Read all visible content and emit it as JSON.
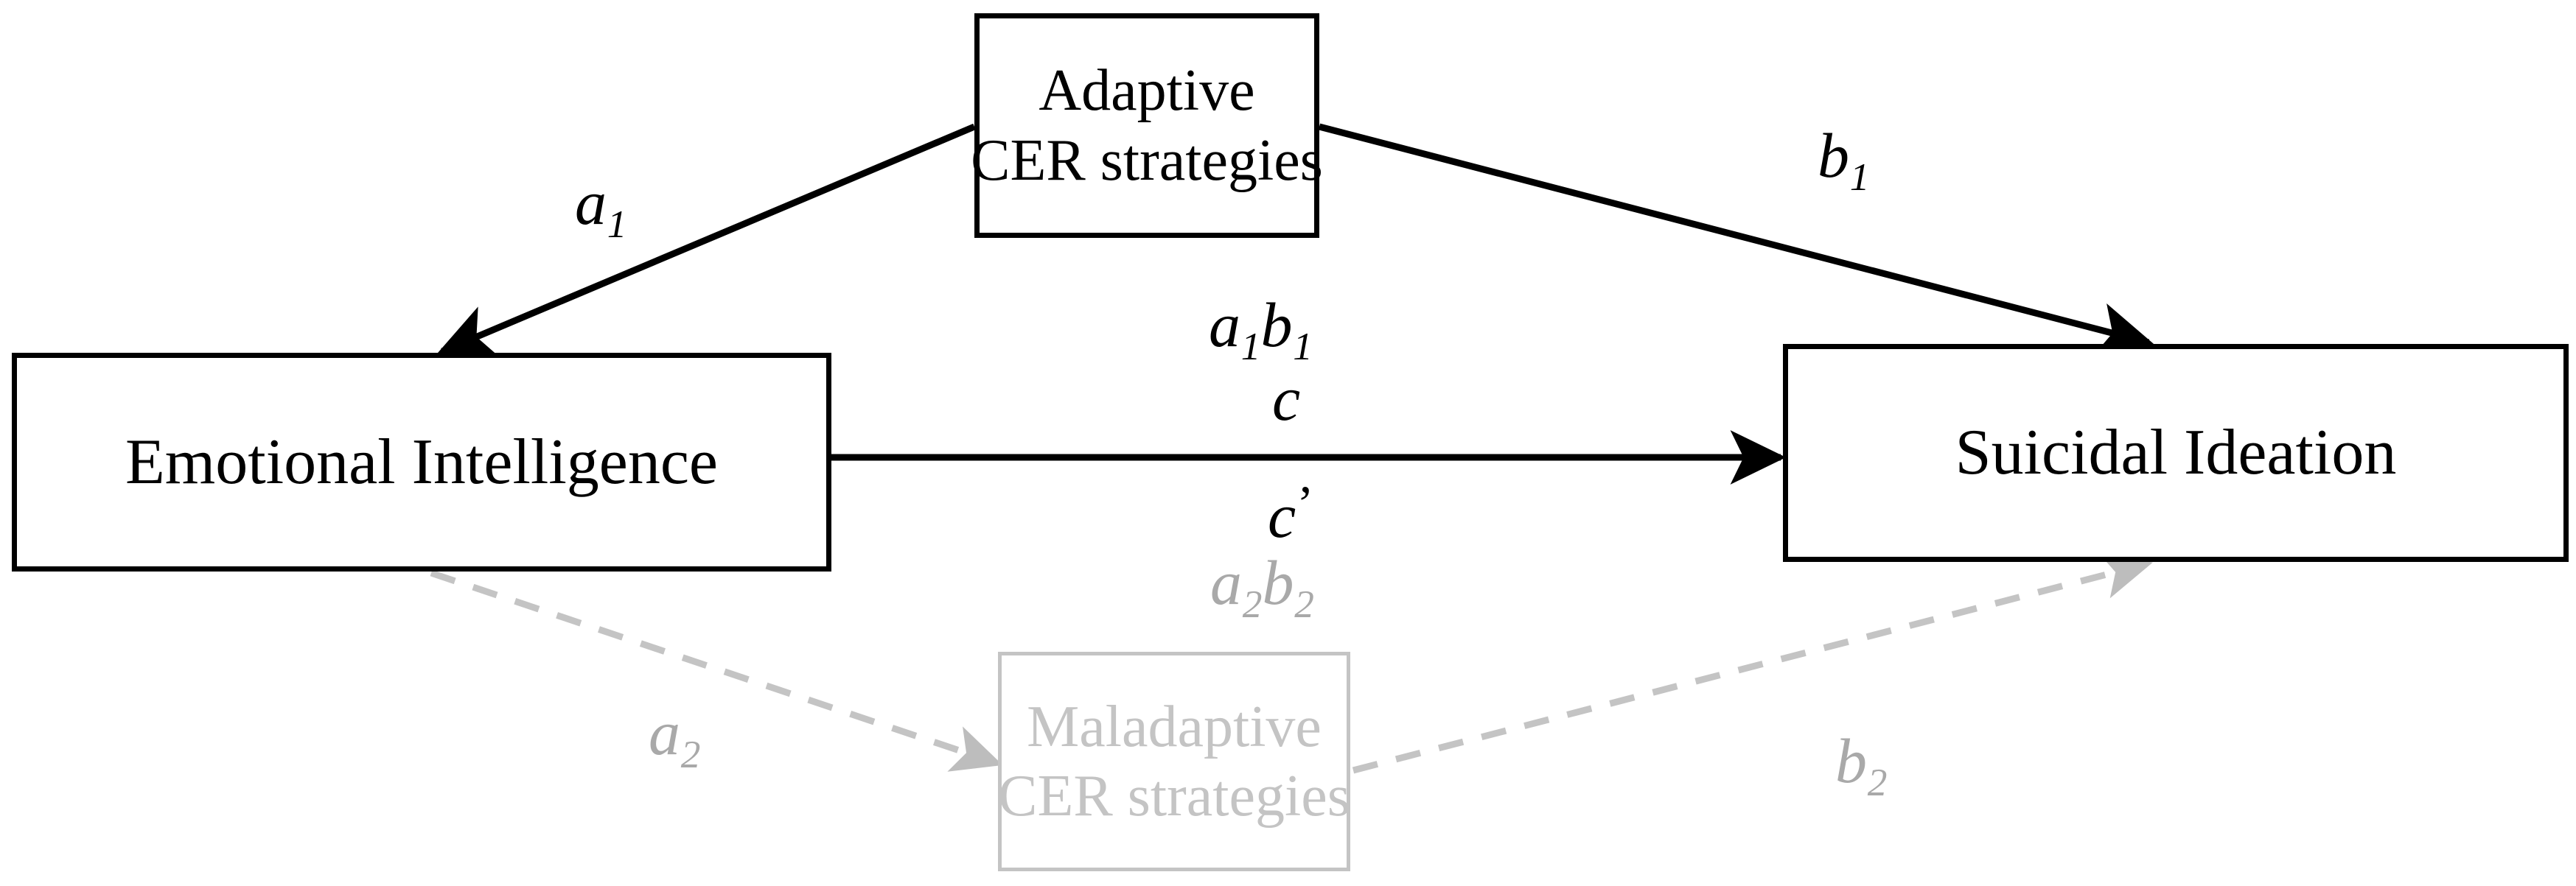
{
  "figure": {
    "type": "path-diagram",
    "subtype": "parallel-multiple-mediation-model",
    "background_color": "#ffffff",
    "solid_color": "#000000",
    "faded_color": "#c4c4c4",
    "faded_label_color": "#a9a9a9"
  },
  "nodes": [
    {
      "id": "emotional-intelligence",
      "lines": [
        "Emotional Intelligence"
      ],
      "style": "solid",
      "role": "predictor"
    },
    {
      "id": "adaptive-cer",
      "lines": [
        "Adaptive",
        "CER strategies"
      ],
      "style": "solid",
      "role": "mediator-1"
    },
    {
      "id": "suicidal-ideation",
      "lines": [
        "Suicidal Ideation"
      ],
      "style": "solid",
      "role": "outcome"
    },
    {
      "id": "maladaptive-cer",
      "lines": [
        "Maladaptive",
        "CER strategies"
      ],
      "style": "faded",
      "role": "mediator-2"
    }
  ],
  "paths": [
    {
      "id": "a1",
      "label": "a",
      "subscript": "1",
      "prime": "",
      "from": "adaptive-cer",
      "to": "emotional-intelligence",
      "style": "solid",
      "color": "#000000"
    },
    {
      "id": "b1",
      "label": "b",
      "subscript": "1",
      "prime": "",
      "from": "adaptive-cer",
      "to": "suicidal-ideation",
      "style": "solid",
      "color": "#000000"
    },
    {
      "id": "a1b1",
      "label": "a",
      "subscript": "1",
      "label2": "b",
      "subscript2": "1",
      "prime": "",
      "from": "emotional-intelligence",
      "to": "suicidal-ideation",
      "style": "annotation",
      "color": "#000000",
      "meaning": "indirect effect via adaptive CER strategies"
    },
    {
      "id": "c",
      "label": "c",
      "subscript": "",
      "prime": "",
      "from": "emotional-intelligence",
      "to": "suicidal-ideation",
      "style": "annotation",
      "color": "#000000",
      "meaning": "total effect"
    },
    {
      "id": "c-prime",
      "label": "c",
      "subscript": "",
      "prime": "’",
      "from": "emotional-intelligence",
      "to": "suicidal-ideation",
      "style": "annotation",
      "color": "#000000",
      "meaning": "direct effect"
    },
    {
      "id": "a2b2",
      "label": "a",
      "subscript": "2",
      "label2": "b",
      "subscript2": "2",
      "prime": "",
      "from": "emotional-intelligence",
      "to": "suicidal-ideation",
      "style": "annotation",
      "color": "#a9a9a9",
      "meaning": "indirect effect via maladaptive CER strategies"
    },
    {
      "id": "a2",
      "label": "a",
      "subscript": "2",
      "prime": "",
      "from": "emotional-intelligence",
      "to": "maladaptive-cer",
      "style": "dashed",
      "color": "#c4c4c4"
    },
    {
      "id": "b2",
      "label": "b",
      "subscript": "2",
      "prime": "",
      "from": "maladaptive-cer",
      "to": "suicidal-ideation",
      "style": "dashed",
      "color": "#c4c4c4"
    }
  ],
  "node_text": {
    "emotional_intelligence": "Emotional Intelligence",
    "adaptive_line1": "Adaptive",
    "adaptive_line2": "CER strategies",
    "suicidal_ideation": "Suicidal Ideation",
    "maladaptive_line1": "Maladaptive",
    "maladaptive_line2": "CER strategies"
  },
  "label_text": {
    "a1_base": "a",
    "a1_sub": "1",
    "b1_base": "b",
    "b1_sub": "1",
    "a1b1_a": "a",
    "a1b1_a_sub": "1",
    "a1b1_b": "b",
    "a1b1_b_sub": "1",
    "c": "c",
    "c_prime_base": "c",
    "c_prime_mark": "’",
    "a2b2_a": "a",
    "a2b2_a_sub": "2",
    "a2b2_b": "b",
    "a2b2_b_sub": "2",
    "a2_base": "a",
    "a2_sub": "2",
    "b2_base": "b",
    "b2_sub": "2"
  }
}
